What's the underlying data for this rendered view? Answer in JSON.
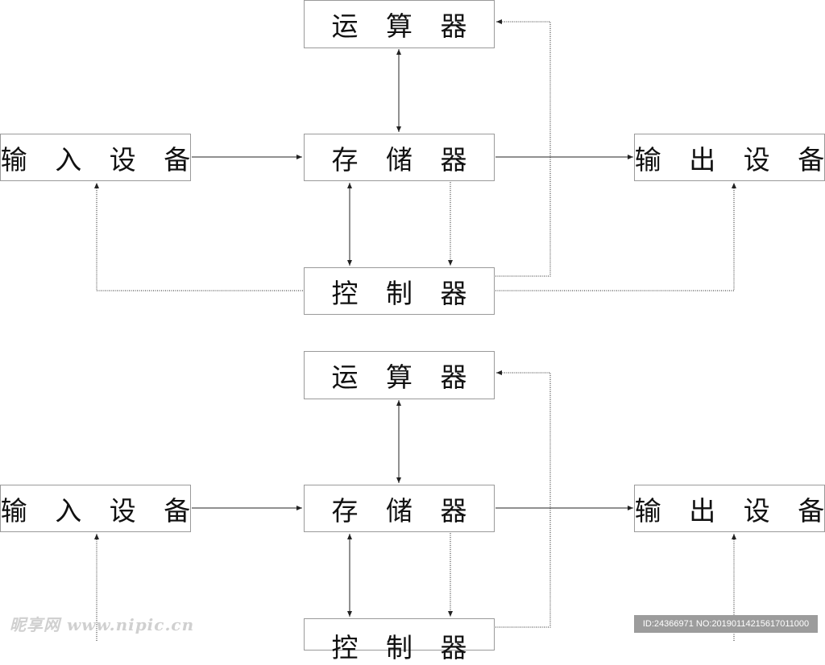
{
  "diagrams": [
    {
      "nodes": {
        "alu": "运 算 器",
        "memory": "存 储 器",
        "control": "控 制 器",
        "input": "输 入 设 备",
        "output": "输 出 设 备"
      }
    },
    {
      "nodes": {
        "alu": "运 算 器",
        "memory": "存 储 器",
        "control": "控 制 器",
        "input": "输 入 设 备",
        "output": "输 出 设 备"
      }
    }
  ],
  "watermark": "昵享网 www.nipic.cn",
  "image_id": "ID:24366971 NO:20190114215617011000",
  "colors": {
    "line": "#222222",
    "box_border": "#9a9a9a",
    "id_bar": "#9c9c9c"
  }
}
